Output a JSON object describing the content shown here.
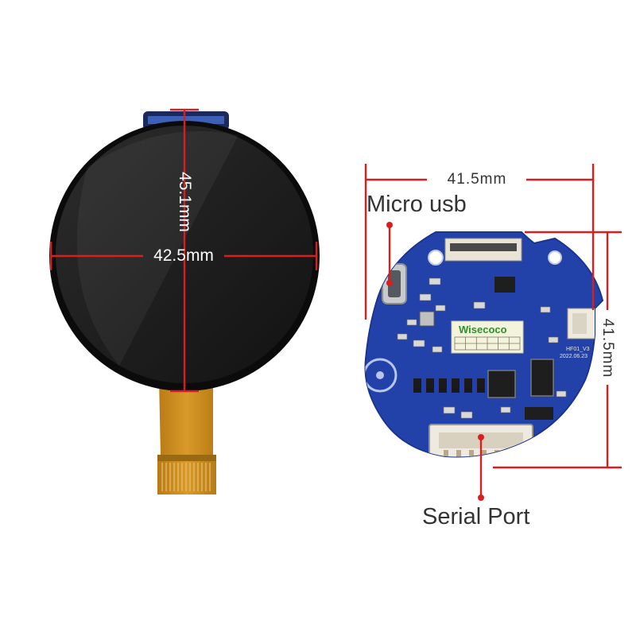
{
  "lcd_module": {
    "height_label": "45.1mm",
    "width_label": "42.5mm"
  },
  "driver_board": {
    "width_label": "41.5mm",
    "height_label": "41.5mm",
    "brand_label": "Wisecoco",
    "version_label": "HF01_V3",
    "date_label": "2022.06.23"
  },
  "callouts": {
    "micro_usb": "Micro usb",
    "serial_port": "Serial Port"
  },
  "colors": {
    "dimension_line": "#d81e1e",
    "board_blue": "#1f3fa6",
    "display_black": "#161616",
    "flex_cable": "#c98a1c"
  }
}
